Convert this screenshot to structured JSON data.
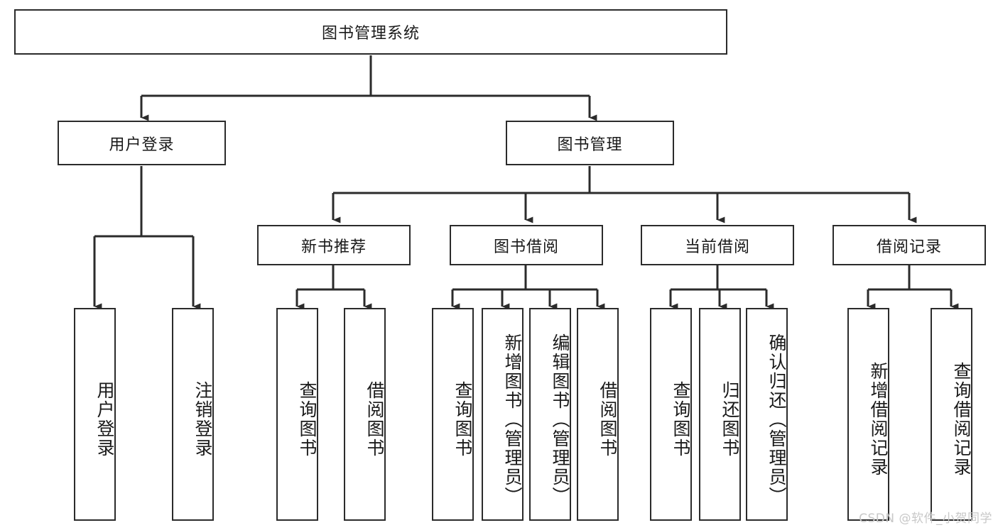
{
  "diagram": {
    "type": "tree-hierarchy-chart",
    "title_node": {
      "label": "图书管理系统"
    },
    "level2": [
      {
        "id": "user-login",
        "label": "用户登录"
      },
      {
        "id": "book-management",
        "label": "图书管理"
      }
    ],
    "level3": [
      {
        "id": "new-book-recommend",
        "label": "新书推荐",
        "parent": "book-management"
      },
      {
        "id": "book-borrow",
        "label": "图书借阅",
        "parent": "book-management"
      },
      {
        "id": "current-borrow",
        "label": "当前借阅",
        "parent": "book-management"
      },
      {
        "id": "borrow-record",
        "label": "借阅记录",
        "parent": "book-management"
      }
    ],
    "leaves": [
      {
        "id": "leaf-user-login",
        "label": "用户登录",
        "parent": "user-login"
      },
      {
        "id": "leaf-logout-login",
        "label": "注销登录",
        "parent": "user-login"
      },
      {
        "id": "leaf-query-book-1",
        "label": "查询图书",
        "parent": "new-book-recommend"
      },
      {
        "id": "leaf-borrow-book-1",
        "label": "借阅图书",
        "parent": "new-book-recommend"
      },
      {
        "id": "leaf-query-book-2",
        "label": "查询图书",
        "parent": "book-borrow"
      },
      {
        "id": "leaf-add-book",
        "label": "新增图书（管理员）",
        "parent": "book-borrow"
      },
      {
        "id": "leaf-edit-book",
        "label": "编辑图书（管理员）",
        "parent": "book-borrow"
      },
      {
        "id": "leaf-borrow-book-2",
        "label": "借阅图书",
        "parent": "book-borrow"
      },
      {
        "id": "leaf-query-book-3",
        "label": "查询图书",
        "parent": "current-borrow"
      },
      {
        "id": "leaf-return-book",
        "label": "归还图书",
        "parent": "current-borrow"
      },
      {
        "id": "leaf-confirm-return",
        "label": "确认归还（管理员）",
        "parent": "current-borrow"
      },
      {
        "id": "leaf-add-record",
        "label": "新增借阅记录",
        "parent": "borrow-record"
      },
      {
        "id": "leaf-query-record",
        "label": "查询借阅记录",
        "parent": "borrow-record"
      }
    ],
    "colors": {
      "stroke": "#2b2b2b",
      "fill": "#ffffff",
      "text": "#1a1a1a",
      "watermark": "#c8c8c8"
    }
  },
  "watermark": {
    "text": "CSDN @软件_小贺同学"
  }
}
